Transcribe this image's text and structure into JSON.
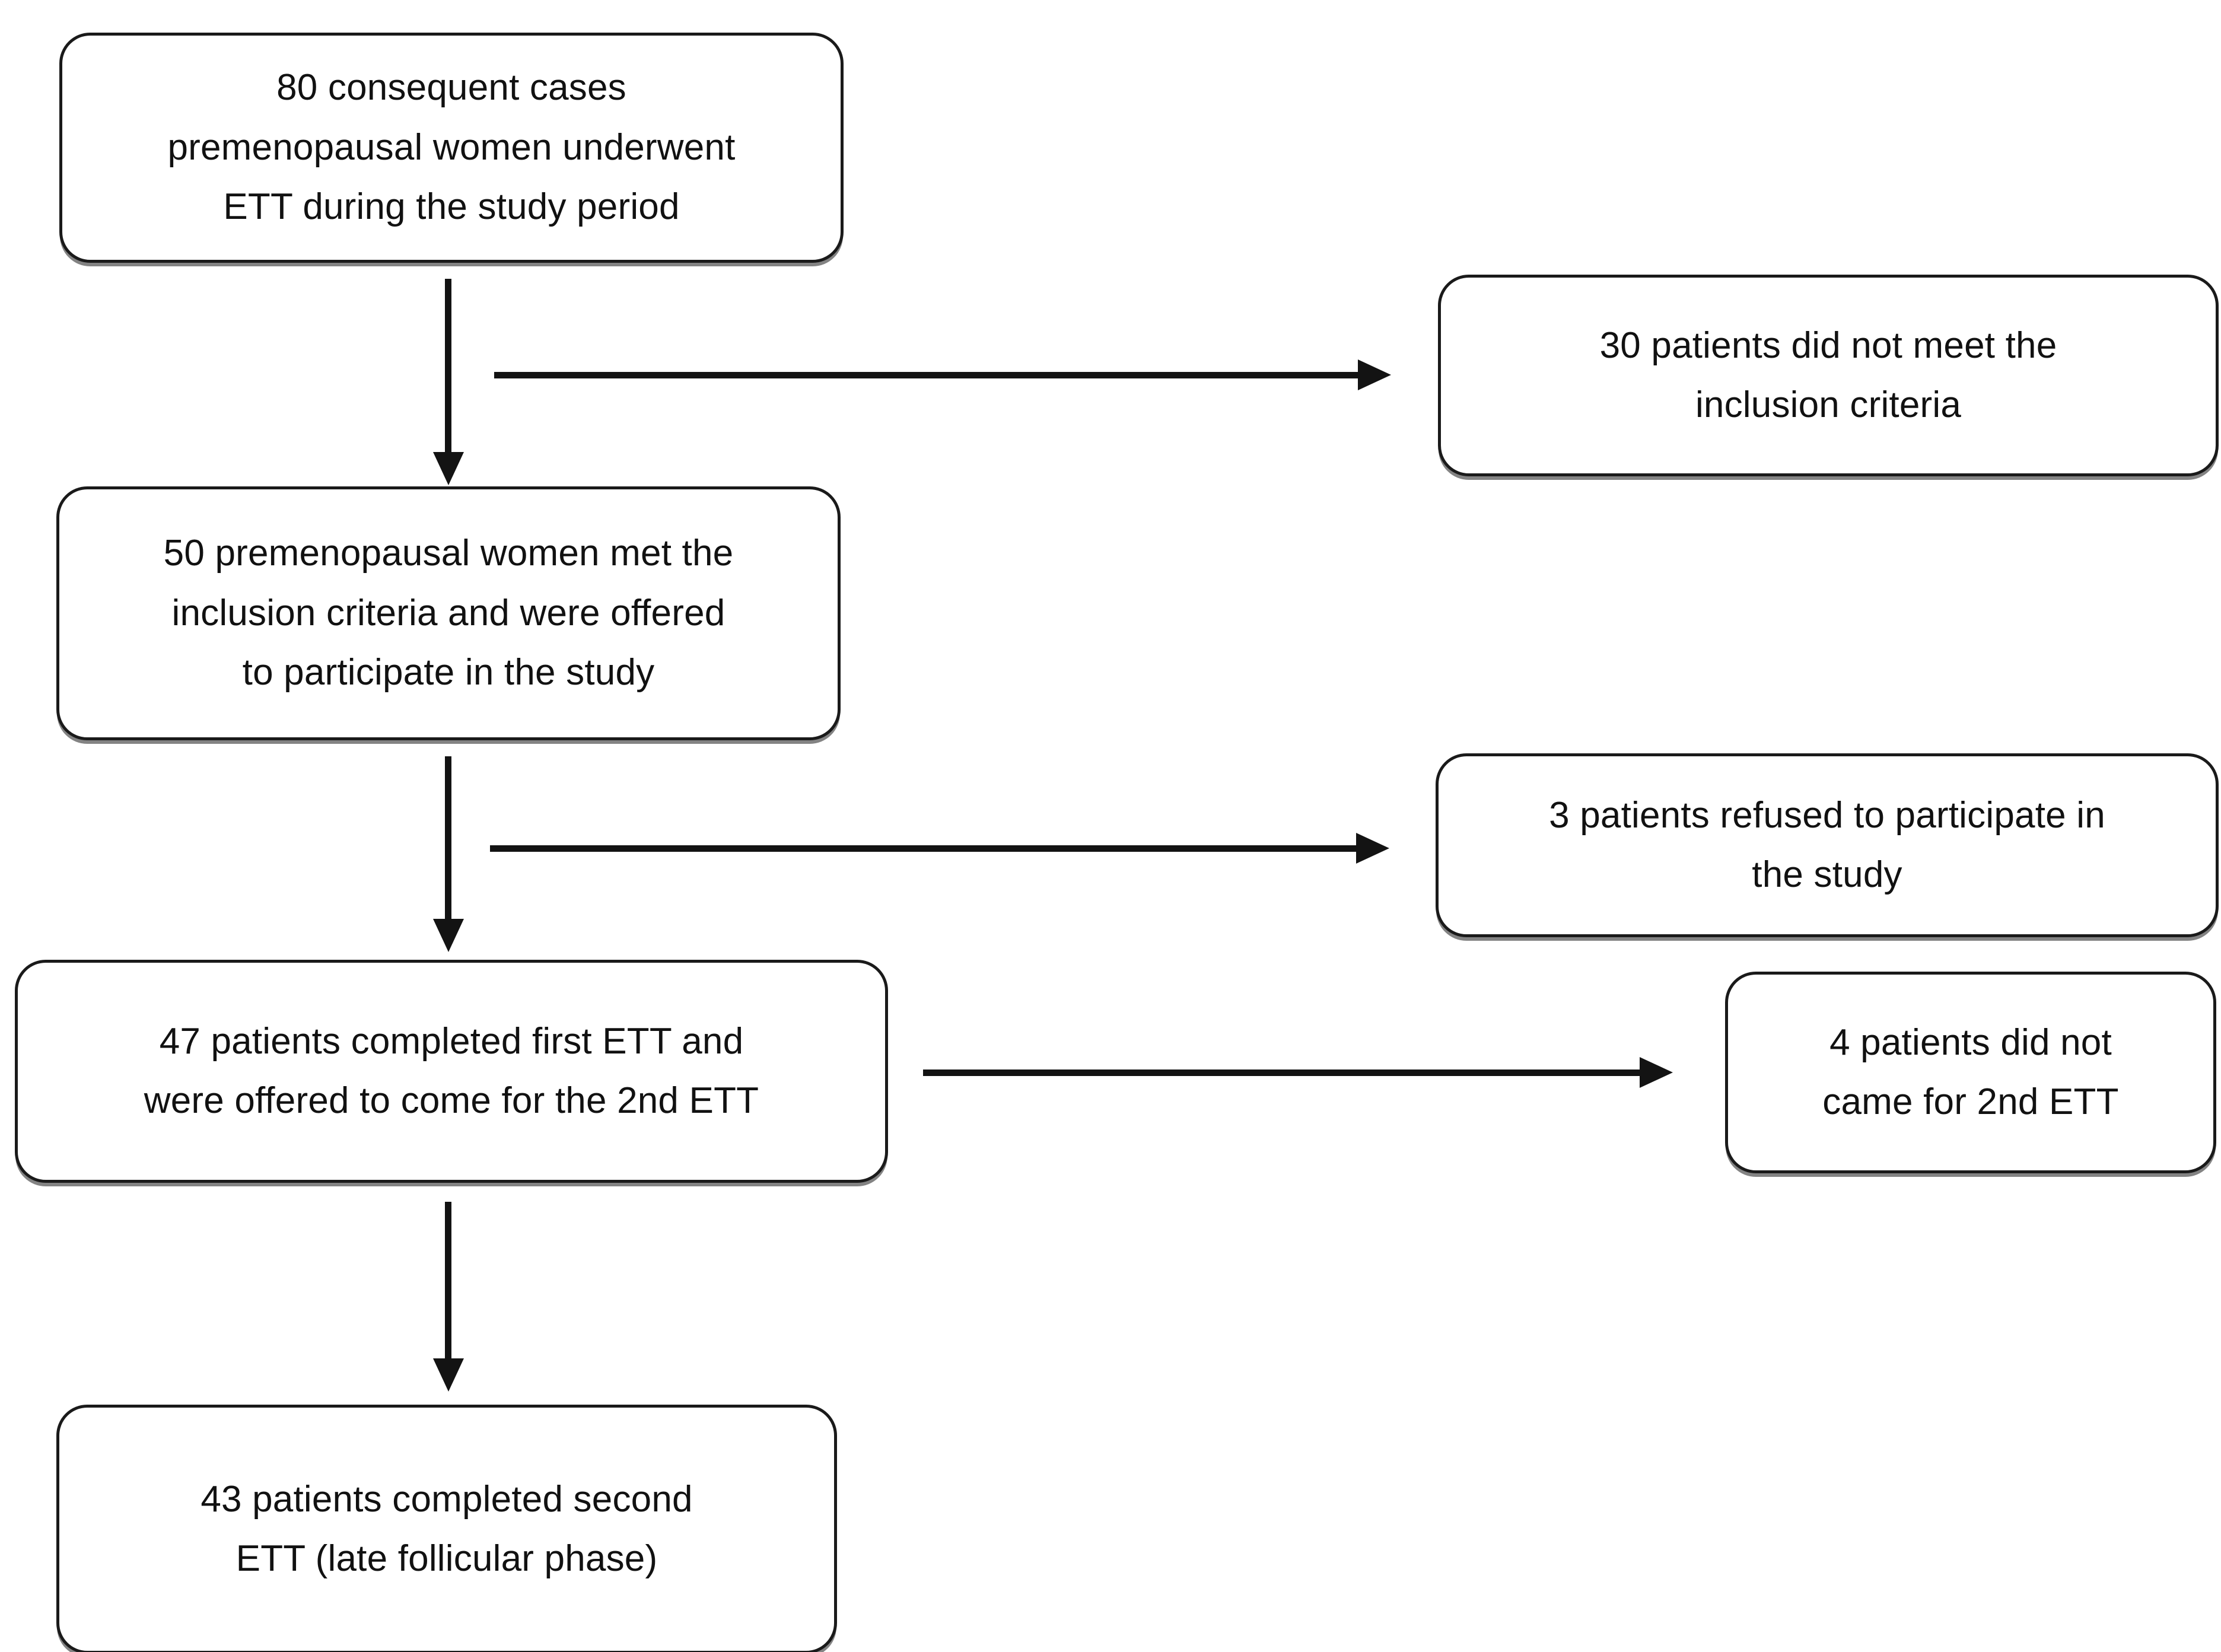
{
  "diagram": {
    "title": "Patient enrollment flow (CONSORT-style)",
    "background_color": "#ffffff",
    "line_color": "#131313",
    "box_border_color": "#1a1a1a",
    "text_color": "#111111",
    "nodes": [
      {
        "id": "enrolled",
        "text": "80 consequent cases\npremenopausal women underwent\nETT   during the study period"
      },
      {
        "id": "excluded",
        "text": "30 patients did not meet the\ninclusion criteria"
      },
      {
        "id": "eligible",
        "text": "50 premenopausal women met the\ninclusion criteria and were offered\nto participate in the study"
      },
      {
        "id": "refused",
        "text": "3 patients refused to participate in\nthe study"
      },
      {
        "id": "first_ett",
        "text": "47 patients completed first ETT and\nwere offered to come for the 2nd ETT"
      },
      {
        "id": "no_second",
        "text": "4 patients did not\ncame for 2nd ETT"
      },
      {
        "id": "second_ett",
        "text": "43 patients completed second\nETT (late follicular phase)"
      }
    ],
    "connectors": [
      {
        "id": "v1",
        "from": "enrolled",
        "to": "eligible",
        "direction": "down"
      },
      {
        "id": "v2",
        "from": "eligible",
        "to": "first_ett",
        "direction": "down"
      },
      {
        "id": "v3",
        "from": "first_ett",
        "to": "second_ett",
        "direction": "down"
      },
      {
        "id": "h1",
        "from": "enrolled",
        "to": "excluded",
        "direction": "right"
      },
      {
        "id": "h2",
        "from": "eligible",
        "to": "refused",
        "direction": "right"
      },
      {
        "id": "h3",
        "from": "first_ett",
        "to": "no_second",
        "direction": "right"
      }
    ]
  }
}
